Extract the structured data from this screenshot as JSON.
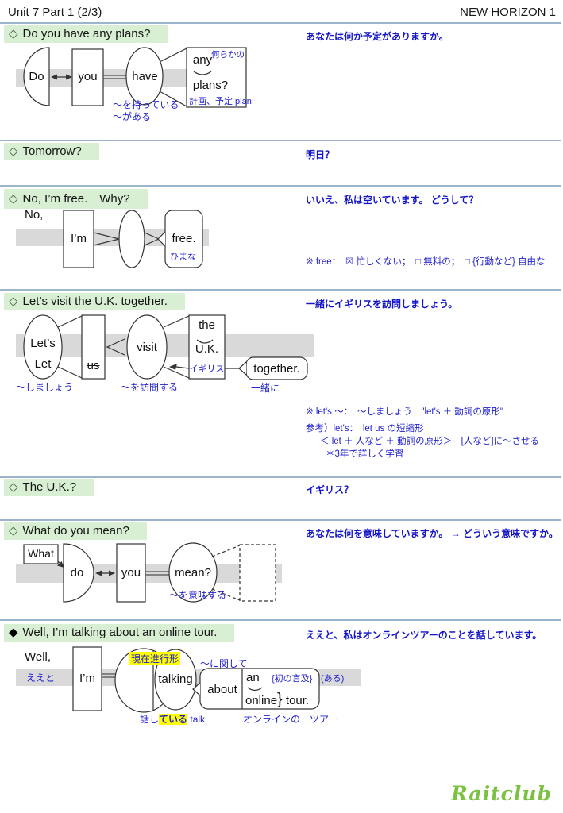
{
  "header": {
    "left": "Unit 7 Part 1 (2/3)",
    "right": "NEW HORIZON 1"
  },
  "colors": {
    "heading_highlight": "#d9efd4",
    "translation_blue": "#1414c8",
    "annotation_blue": "#1f1fcc",
    "bar_gray": "#d9d9d9",
    "highlight_yellow": "#ffff00",
    "logo_green": "#7cc142",
    "divider_blue": "#9db4cd"
  },
  "sections": {
    "s1": {
      "diamond": "◇",
      "title": "Do you have any plans?",
      "translation": "あなたは何か予定がありますか。",
      "diagram": {
        "w1": "Do",
        "w2": "you",
        "w3": "have",
        "w4": "any",
        "w5": "plans?",
        "a1": "何らかの",
        "a2": "～を持っている",
        "a3": "～がある",
        "a4": "計画、予定 plan"
      }
    },
    "s2": {
      "diamond": "◇",
      "title": "Tomorrow?",
      "translation": "明日？"
    },
    "s3": {
      "diamond": "◇",
      "title": "No, I’m free.　Why?",
      "translation": "いいえ、私は空いています。 どうして？",
      "diagram": {
        "w1": "No,",
        "w2": "I’m",
        "w3": "free.",
        "a1": "ひまな"
      },
      "note": "※ free：　☒ 忙しくない；　□ 無料の；　□ {行動など} 自由な"
    },
    "s4": {
      "diamond": "◇",
      "title": "Let’s visit the U.K. together.",
      "translation": "一緒にイギリスを訪問しましょう。",
      "diagram": {
        "w1": "Let’s",
        "w1s": "Let",
        "w2s": "us",
        "w3": "visit",
        "w4a": "the",
        "w4b": "U.K.",
        "a_uk": "イギリス",
        "w5": "together.",
        "a1": "～しましょう",
        "a2": "～を訪問する",
        "a3": "一緒に"
      },
      "notes": [
        "※ let's ～：　～しましょう　\"let's ＋ 動詞の原形\"",
        "参考）let's：　let us の短縮形",
        "＜ let ＋ 人など ＋ 動詞の原形＞　[人など]に～させる",
        "＊3年で詳しく学習"
      ]
    },
    "s5": {
      "diamond": "◇",
      "title": "The U.K.?",
      "translation": "イギリス？"
    },
    "s6": {
      "diamond": "◇",
      "title": "What do you mean?",
      "translation": "あなたは何を意味していますか。 → どういう意味ですか。",
      "diagram": {
        "w1": "What",
        "w2": "do",
        "w3": "you",
        "w4": "mean?",
        "a1": "～を意味する"
      }
    },
    "s7": {
      "diamond": "◆",
      "title": "Well, I’m talking about an online tour.",
      "translation": "ええと、私はオンラインツアーのことを話しています。",
      "diagram": {
        "w1": "Well,",
        "a_well": "ええと",
        "w2": "I’m",
        "tag": "現在進行形",
        "w3": "talking",
        "a_about": "～に関して",
        "w4": "about",
        "w5a": "an",
        "w5b": "online",
        "w5brace": "}",
        "w5c": "tour.",
        "a_first": "{初の言及}",
        "a_aru": "(ある)",
        "a_talk1": "話し",
        "a_talk2": "ている",
        "a_talk3": " talk",
        "a_online": "オンラインの　ツアー"
      }
    }
  },
  "footer": {
    "logo": "Raitclub"
  }
}
